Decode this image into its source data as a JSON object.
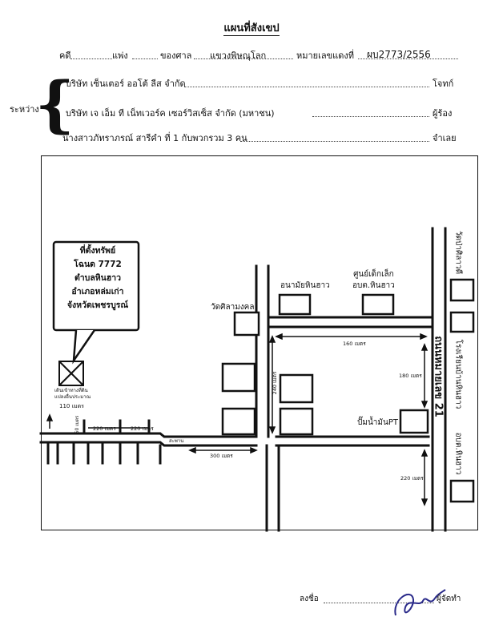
{
  "header": {
    "title": "แผนที่สังเขป",
    "case_label": "คดี",
    "case_type": "แพ่ง",
    "court_label": "ของศาล",
    "court": "แขวงพิษณุโลก",
    "number_label": "หมายเลขแดงที่",
    "number": "ผบ2773/2556"
  },
  "parties": {
    "between_label": "ระหว่าง",
    "plaintiff": "บริษัท เซ็นเตอร์ ออโต้ ลีส จำกัด",
    "plaintiff_role": "โจทก์",
    "petitioner": "บริษัท เจ เอ็ม ที เน็ทเวอร์ค เซอร์วิสเซ็ส จำกัด (มหาชน)",
    "petitioner_role": "ผู้ร้อง",
    "defendant": "นางสาวภัทราภรณ์ สารีคำ ที่ 1 กับพวกรวม 3 คน",
    "defendant_role": "จำเลย"
  },
  "map": {
    "property_box": {
      "line1": "ที่ตั้งทรัพย์",
      "line2": "โฉนด 7772",
      "line3": "ตำบลหินฮาว",
      "line4": "อำเภอหล่มเก่า",
      "line5": "จังหวัดเพชรบูรณ์"
    },
    "site_note1": "เดินเข้าทางที่ดิน",
    "site_note2": "แปลงอื่นประมาณ",
    "site_note3": "110 เมตร",
    "landmarks": {
      "wat": "วัดศิลามงคล",
      "health": "อนามัยหินฮาว",
      "childcare1": "ศูนย์เด็กเล็ก",
      "childcare2": "อบต.หินฮาว",
      "gas": "ปั๊มน้ำมันPT",
      "wat_right": "วัดป่าศิลาวดี",
      "school": "โรงเรียนบ้านหินฮาว",
      "obt_right": "อบต.หินฮาว",
      "highway": "ถนนหมายเลข 21",
      "bridge": "สะพาน"
    },
    "distances": {
      "d160_top": "160 เมตร",
      "d180": "180 เมตร",
      "d240": "240 เมตร",
      "d220_right": "220 เมตร",
      "d300": "300 เมตร",
      "d220_a": "220 เมตร",
      "d220_b": "220 เมตร",
      "d50": "50 เมตร"
    }
  },
  "signature": {
    "label": "ลงชื่อ",
    "role": "ผู้จัดทำ"
  }
}
